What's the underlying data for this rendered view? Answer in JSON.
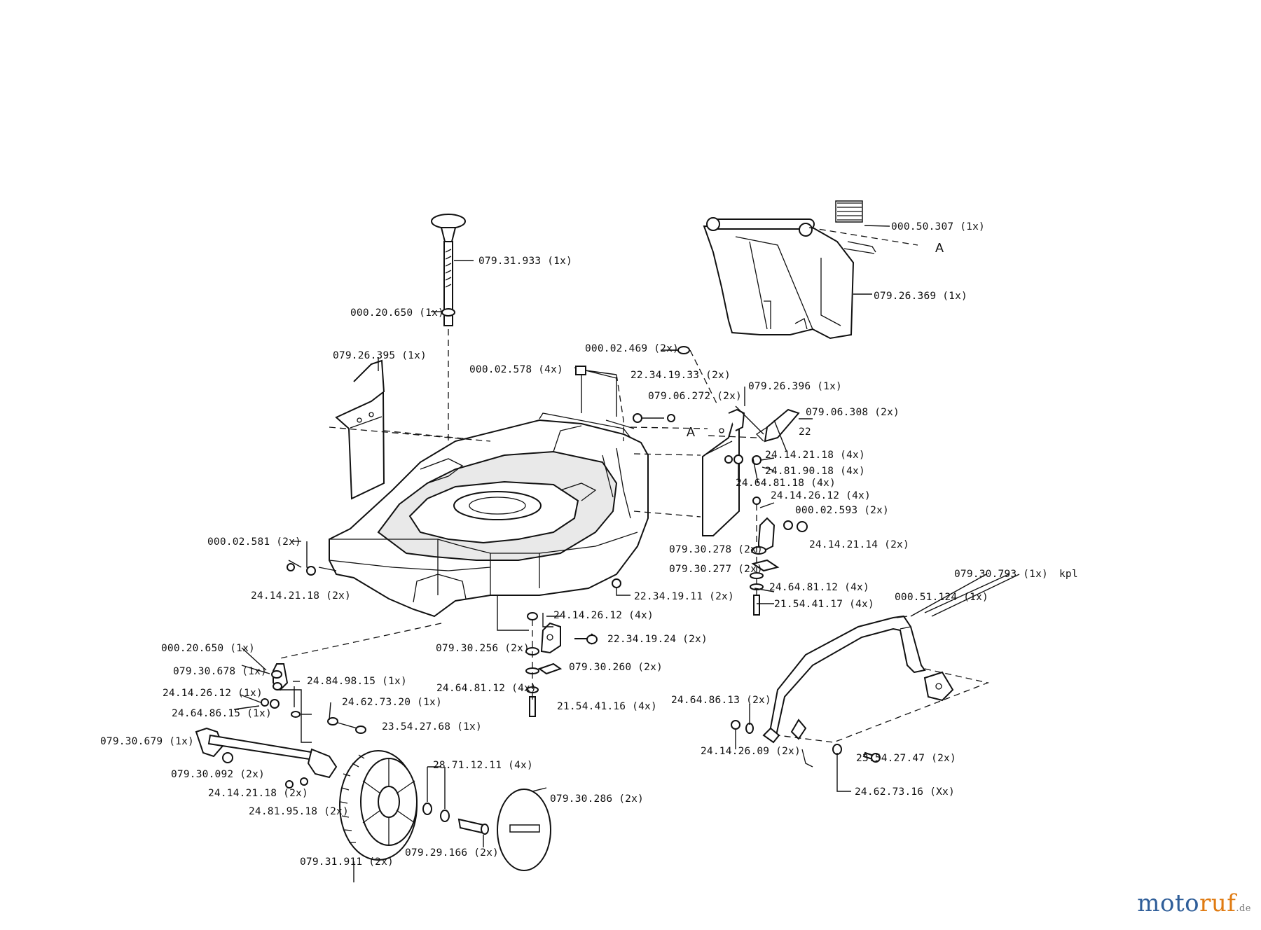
{
  "labels": {
    "l01": "000.50.307 (1x)",
    "l02": "A",
    "l03": "079.26.369 (1x)",
    "l04": "079.31.933 (1x)",
    "l05": "000.20.650 (1x)",
    "l06": "079.26.395 (1x)",
    "l07": "000.02.469 (2x)",
    "l08": "000.02.578 (4x)",
    "l09": "22.34.19.33 (2x)",
    "l10": "079.06.272 (2x)",
    "l11": "079.26.396 (1x)",
    "l12": "079.06.308 (2x)",
    "l13": "A",
    "l14": "22",
    "l15": "24.14.21.18 (4x)",
    "l16": "24.81.90.18 (4x)",
    "l17": "24.64.81.18 (4x)",
    "l18": "24.14.26.12 (4x)",
    "l19": "000.02.593 (2x)",
    "l20": "24.14.21.14 (2x)",
    "l21": "000.02.581 (2x)",
    "l22": "079.30.278 (2x)",
    "l23": "079.30.277 (2x)",
    "l24": "24.64.81.12 (4x)",
    "l25": "21.54.41.17 (4x)",
    "l26": "24.14.21.18 (2x)",
    "l27": "22.34.19.11 (2x)",
    "l28": "079.30.793 (1x)",
    "l29": "kpl",
    "l30": "000.51.124 (1x)",
    "l31": "24.14.26.12 (4x)",
    "l32": "000.20.650 (1x)",
    "l33": "079.30.256 (2x)",
    "l34": "22.34.19.24 (2x)",
    "l35": "079.30.678 (1x)",
    "l36": "24.84.98.15 (1x)",
    "l37": "079.30.260 (2x)",
    "l38": "24.14.26.12 (1x)",
    "l39": "24.64.86.15 (1x)",
    "l40": "24.62.73.20 (1x)",
    "l41": "24.64.81.12 (4x)",
    "l42": "21.54.41.16 (4x)",
    "l43": "23.54.27.68 (1x)",
    "l44": "24.64.86.13 (2x)",
    "l45": "079.30.679 (1x)",
    "l46": "28.71.12.11 (4x)",
    "l47": "24.14.26.09 (2x)",
    "l48": "23.54.27.47 (2x)",
    "l49": "079.30.092 (2x)",
    "l50": "24.14.21.18 (2x)",
    "l51": "079.30.286 (2x)",
    "l52": "24.62.73.16 (Xx)",
    "l53": "24.81.95.18 (2x)",
    "l54": "079.29.166 (2x)",
    "l55": "079.31.911 (2x)"
  },
  "watermark": {
    "part1": "moto",
    "part2": "ruf",
    "part3": ".de"
  }
}
